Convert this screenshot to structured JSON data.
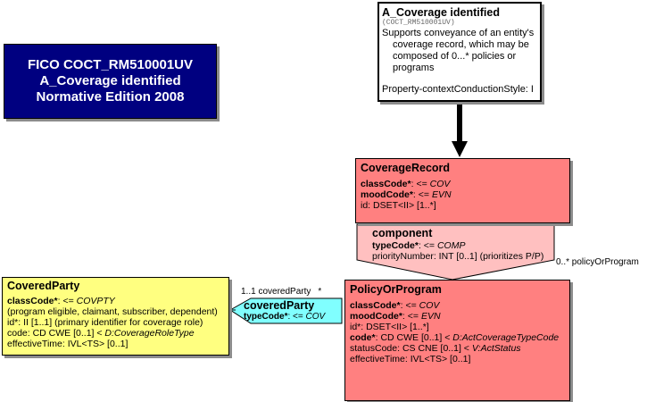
{
  "title": {
    "line1": "FICO COCT_RM510001UV",
    "line2": "A_Coverage identified",
    "line3": "Normative Edition 2008"
  },
  "entry_point": {
    "name": "A_Coverage identified",
    "code": "(COCT_RM510001UV)",
    "description": [
      "Supports conveyance of an entity's",
      "coverage record, which may be",
      "composed of 0...* policies or",
      "programs"
    ],
    "style": "Property-contextConductionStyle: I"
  },
  "coverage_record": {
    "name": "CoverageRecord",
    "class_code_label": "classCode",
    "class_code_value": "COV",
    "mood_code_label": "moodCode",
    "mood_code_value": "EVN",
    "id_attr": "id: DSET<II> [1..*]"
  },
  "component": {
    "name": "component",
    "type_code_label": "typeCode",
    "type_code_value": "COMP",
    "priority_attr": "priorityNumber: INT [0..1] (prioritizes P/P)",
    "multiplicity": "0..* policyOrProgram"
  },
  "policy_or_program": {
    "name": "PolicyOrProgram",
    "class_code_label": "classCode",
    "class_code_value": "COV",
    "mood_code_label": "moodCode",
    "mood_code_value": "EVN",
    "id_attr": "id*: DSET<II> [1..*]",
    "code_label": "code",
    "code_type": ": CD CWE [0..1] < ",
    "code_domain": "D:ActCoverageTypeCode",
    "status_label": "statusCode: CS CNE [0..1] < ",
    "status_domain": "V:ActStatus",
    "effective_attr": "effectiveTime: IVL<TS> [0..1]"
  },
  "covered_party_rel": {
    "name": "coveredParty",
    "type_code_label": "typeCode",
    "type_code_value": "COV",
    "multiplicity": "1..1 coveredParty",
    "star": "*"
  },
  "covered_party": {
    "name": "CoveredParty",
    "class_code_label": "classCode",
    "class_code_value": "COVPTY",
    "class_code_note": "(program eligible, claimant, subscriber, dependent)",
    "id_attr": "id*: II [1..1] (primary identifier for coverage role)",
    "code_prefix": "code: CD CWE [0..1] < ",
    "code_domain": "D:CoverageRoleType",
    "effective_attr": "effectiveTime: IVL<TS> [0..1]"
  },
  "colors": {
    "title_bg": "#000080",
    "act_class": "#ff8080",
    "relationship": "#ffc0c0",
    "role_class": "#ffff80",
    "role_link": "#80ffff"
  }
}
